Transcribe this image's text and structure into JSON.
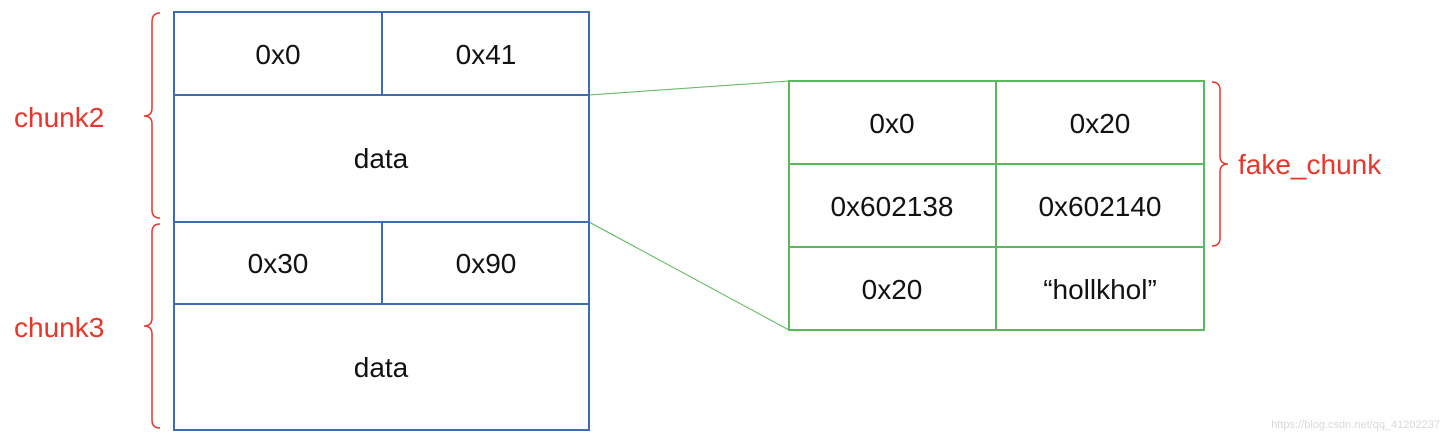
{
  "colors": {
    "chunk_border": "#3a6db4",
    "fake_border": "#5cb85c",
    "label": "#e8362b",
    "connector": "#5cb85c"
  },
  "chunk2": {
    "label": "chunk2",
    "prev_size": "0x0",
    "size": "0x41",
    "data": "data"
  },
  "chunk3": {
    "label": "chunk3",
    "prev_size": "0x30",
    "size": "0x90",
    "data": "data"
  },
  "fake_chunk": {
    "label": "fake_chunk",
    "rows": [
      [
        "0x0",
        "0x20"
      ],
      [
        "0x602138",
        "0x602140"
      ],
      [
        "0x20",
        "“hollkhol”"
      ]
    ]
  },
  "watermark": "https://blog.csdn.net/qq_41202237"
}
